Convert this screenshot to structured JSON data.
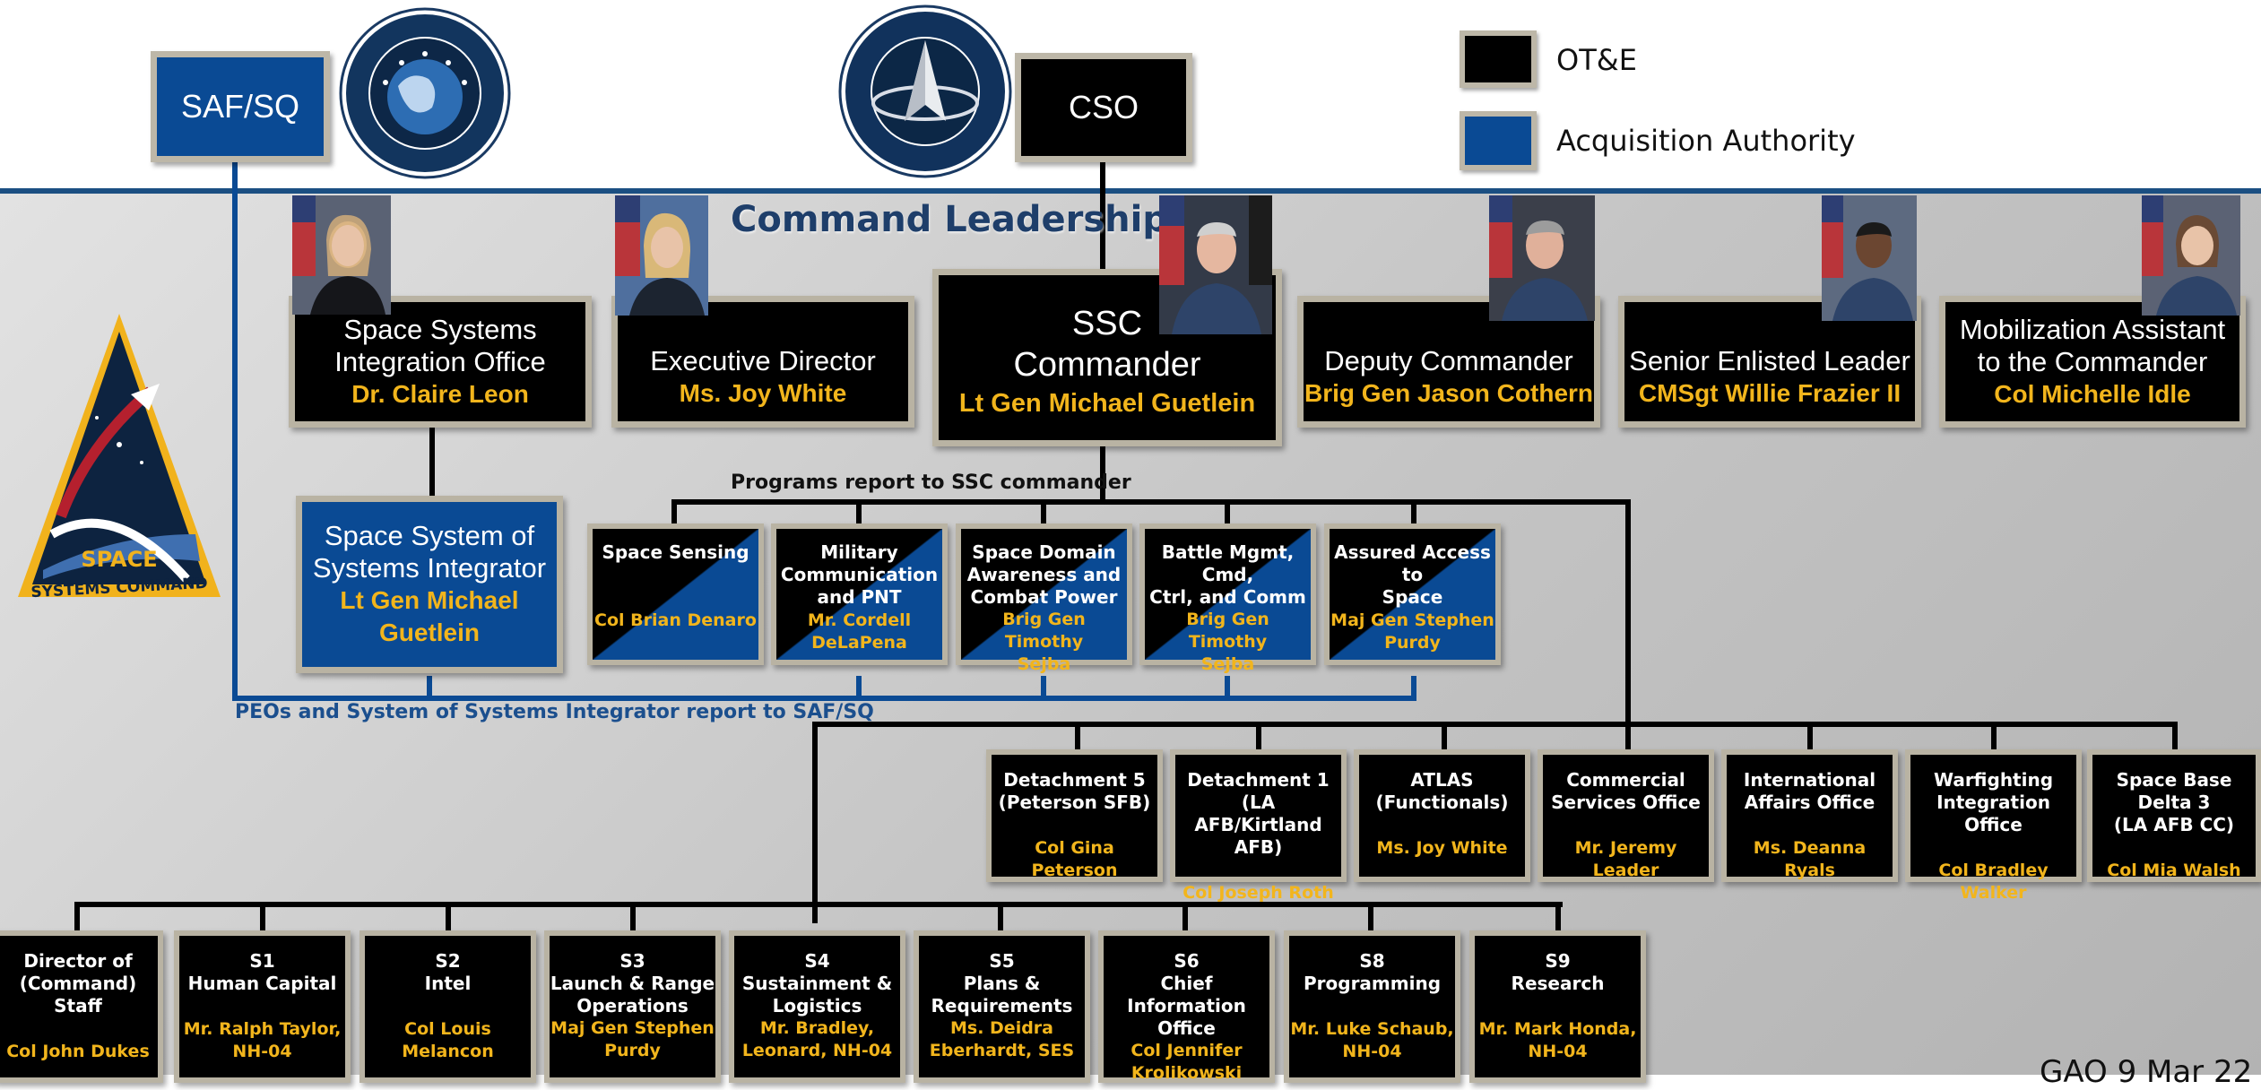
{
  "legend": [
    {
      "label": "OT&E",
      "color": "#000000"
    },
    {
      "label": "Acquisition Authority",
      "color": "#0a4a94"
    }
  ],
  "top": {
    "saf": "SAF/SQ",
    "cso": "CSO",
    "saf_seal_name": "seal-icon",
    "ussf_seal_name": "seal-icon"
  },
  "section_title": "Command Leadership",
  "leadership": {
    "ssio": {
      "role1": "Space Systems",
      "role2": "Integration Office",
      "name": "Dr. Claire Leon"
    },
    "exec": {
      "role": "Executive Director",
      "name": "Ms. Joy White"
    },
    "cmdr": {
      "role1": "SSC",
      "role2": "Commander",
      "name": "Lt Gen Michael Guetlein"
    },
    "deputy": {
      "role": "Deputy Commander",
      "name": "Brig Gen Jason Cothern"
    },
    "enlisted": {
      "role": "Senior Enlisted Leader",
      "name": "CMSgt Willie Frazier II"
    },
    "mobilization": {
      "role1": "Mobilization Assistant",
      "role2": "to the Commander",
      "name": "Col Michelle Idle"
    }
  },
  "sosi": {
    "role1": "Space System of",
    "role2": "Systems Integrator",
    "name1": "Lt Gen Michael",
    "name2": "Guetlein"
  },
  "programs_caption": "Programs report to SSC commander",
  "peo_caption": "PEOs and System of Systems Integrator report to SAF/SQ",
  "logo": {
    "line1": "SPACE",
    "line2": "SYSTEMS COMMAND"
  },
  "peos": [
    {
      "t1": "Space Sensing",
      "t2": "",
      "t3": "",
      "n1": "Col Brian Denaro",
      "n2": ""
    },
    {
      "t1": "Military",
      "t2": "Communication",
      "t3": "and PNT",
      "n1": "Mr. Cordell",
      "n2": "DeLaPena"
    },
    {
      "t1": "Space Domain",
      "t2": "Awareness and",
      "t3": "Combat Power",
      "n1": "Brig Gen Timothy",
      "n2": "Sejba"
    },
    {
      "t1": "Battle Mgmt, Cmd,",
      "t2": "Ctrl, and Comm",
      "t3": "",
      "n1": "Brig Gen Timothy",
      "n2": "Sejba"
    },
    {
      "t1": "Assured Access to",
      "t2": "Space",
      "t3": "",
      "n1": "Maj Gen Stephen",
      "n2": "Purdy"
    }
  ],
  "offices": [
    {
      "t1": "Detachment 5",
      "t2": "(Peterson SFB)",
      "n": "Col Gina Peterson"
    },
    {
      "t1": "Detachment 1 (LA",
      "t2": "AFB/Kirtland AFB)",
      "n": "Col Joseph Roth"
    },
    {
      "t1": "ATLAS",
      "t2": "(Functionals)",
      "n": "Ms. Joy White"
    },
    {
      "t1": "Commercial",
      "t2": "Services Office",
      "n": "Mr. Jeremy Leader"
    },
    {
      "t1": "International",
      "t2": "Affairs Office",
      "n": "Ms. Deanna Ryals"
    },
    {
      "t1": "Warfighting",
      "t2": "Integration Office",
      "n": "Col Bradley Walker"
    },
    {
      "t1": "Space Base Delta 3",
      "t2": "(LA AFB CC)",
      "n": "Col Mia Walsh"
    }
  ],
  "staff": [
    {
      "t1": "Director of",
      "t2": "(Command) Staff",
      "t3": "",
      "n1": "Col John Dukes",
      "n2": ""
    },
    {
      "t1": "S1",
      "t2": "Human Capital",
      "t3": "",
      "n1": "Mr. Ralph Taylor,",
      "n2": "NH-04"
    },
    {
      "t1": "S2",
      "t2": "Intel",
      "t3": "",
      "n1": "Col Louis Melancon",
      "n2": ""
    },
    {
      "t1": "S3",
      "t2": "Launch & Range",
      "t3": "Operations",
      "n1": "Maj Gen Stephen",
      "n2": "Purdy"
    },
    {
      "t1": "S4",
      "t2": "Sustainment &",
      "t3": "Logistics",
      "n1": "Mr. Bradley,",
      "n2": "Leonard, NH-04"
    },
    {
      "t1": "S5",
      "t2": "Plans &",
      "t3": "Requirements",
      "n1": "Ms. Deidra",
      "n2": "Eberhardt, SES"
    },
    {
      "t1": "S6",
      "t2": "Chief Information",
      "t3": "Office",
      "n1": "Col Jennifer",
      "n2": "Krolikowski"
    },
    {
      "t1": "S8",
      "t2": "Programming",
      "t3": "",
      "n1": "Mr. Luke Schaub,",
      "n2": "NH-04"
    },
    {
      "t1": "S9",
      "t2": "Research",
      "t3": "",
      "n1": "Mr. Mark Honda,",
      "n2": "NH-04"
    }
  ],
  "footer_date": "GAO 9 Mar 22"
}
